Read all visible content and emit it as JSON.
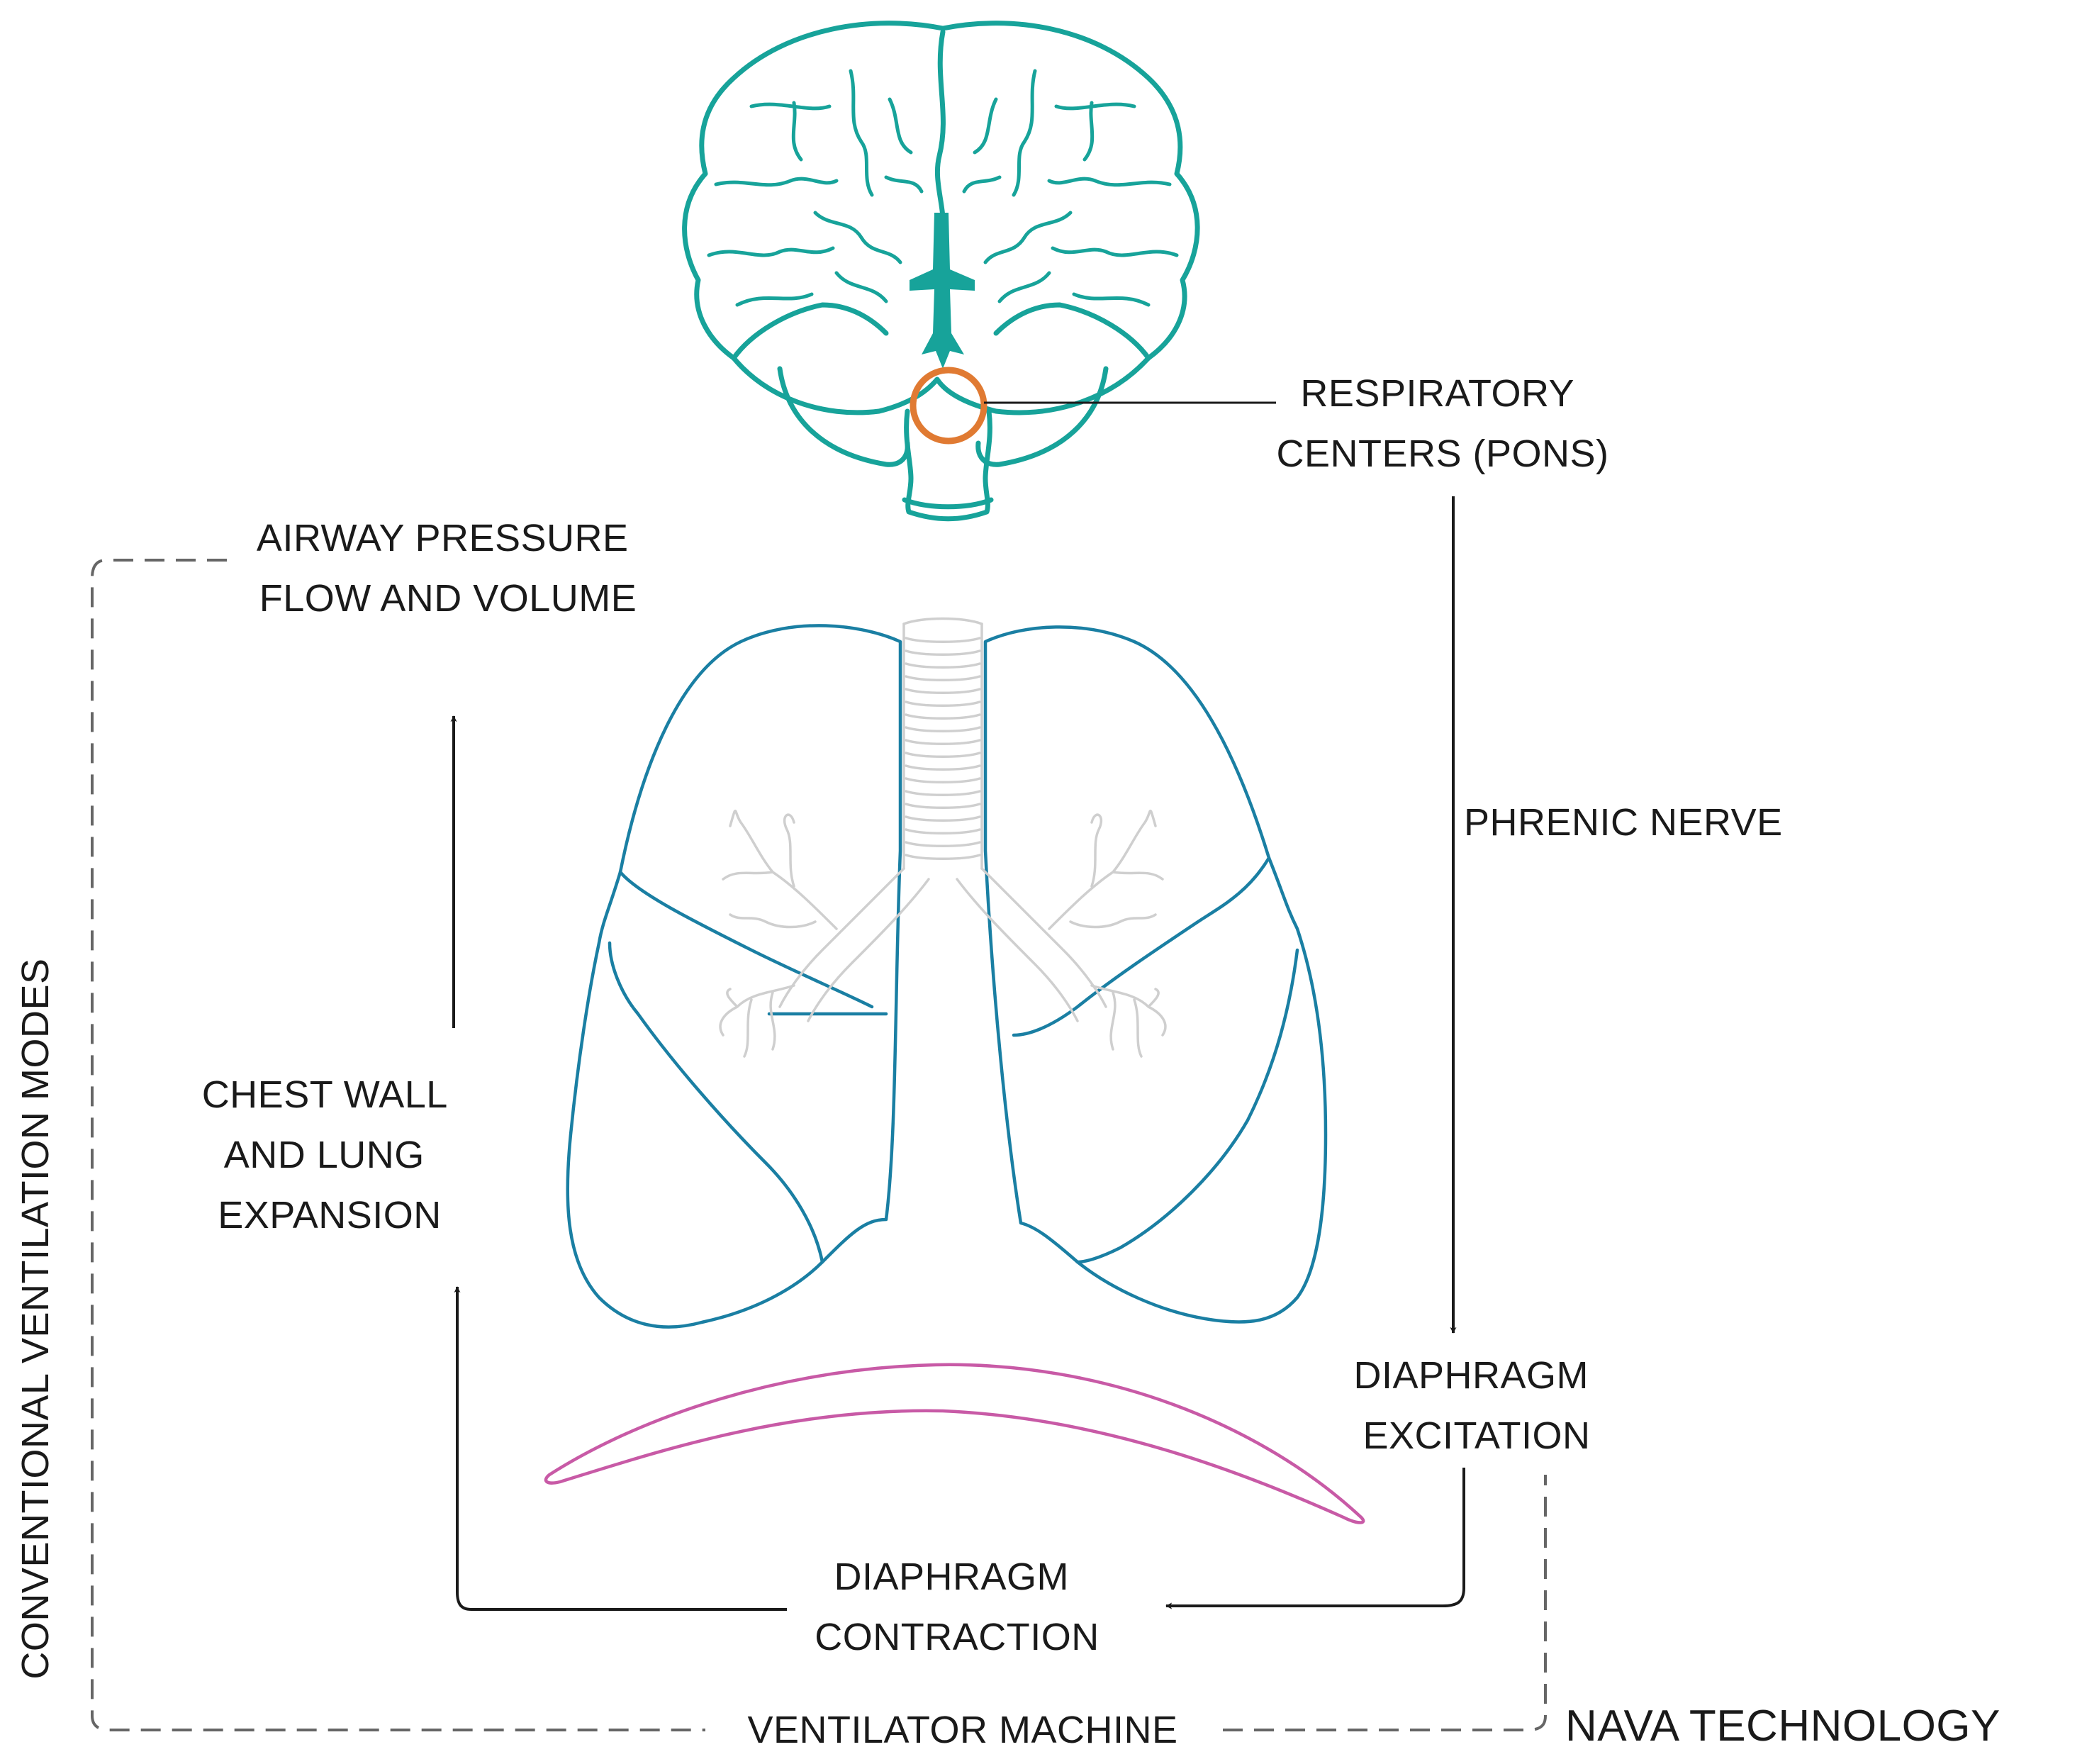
{
  "labels": {
    "respiratory_centers": [
      "RESPIRATORY",
      "CENTERS (PONS)"
    ],
    "airway": [
      "AIRWAY PRESSURE",
      "FLOW AND VOLUME"
    ],
    "phrenic_nerve": "PHRENIC NERVE",
    "chest_wall": [
      "CHEST WALL",
      "AND LUNG",
      "EXPANSION"
    ],
    "diaphragm_excitation": [
      "DIAPHRAGM",
      "EXCITATION"
    ],
    "diaphragm_contraction": [
      "DIAPHRAGM",
      "CONTRACTION"
    ],
    "conventional_modes": "CONVENTIONAL VENTILATION MODES",
    "ventilator_machine": "VENTILATOR MACHINE",
    "nava_technology": "NAVA TECHNOLOGY"
  },
  "colors": {
    "brain": "#17a39a",
    "pons": "#e07a32",
    "lungs": "#1a7fa3",
    "trachea": "#cfcfcf",
    "diaphragm": "#c85aa6",
    "arrows": "#1a1a1a",
    "dashed_paths": "#666666"
  },
  "icons": [
    "brain-icon",
    "pons-marker-icon",
    "lungs-icon",
    "trachea-icon",
    "diaphragm-icon"
  ]
}
